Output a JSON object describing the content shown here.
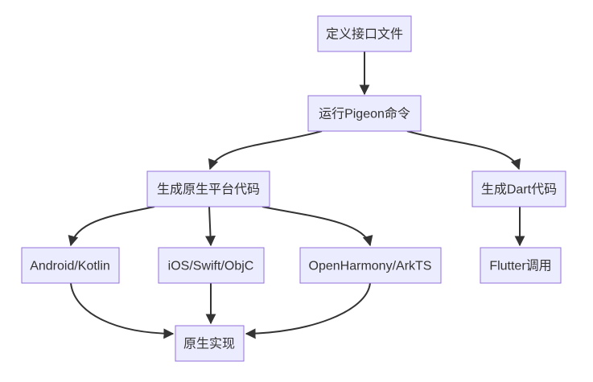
{
  "diagram": {
    "type": "flowchart",
    "direction": "top-down",
    "colors": {
      "background": "#ffffff",
      "node_fill": "#ECECFF",
      "node_border": "#9370DB",
      "edge": "#333333",
      "text": "#333333"
    },
    "nodes": {
      "define": {
        "label": "定义接口文件"
      },
      "run": {
        "label": "运行Pigeon命令"
      },
      "gen_native": {
        "label": "生成原生平台代码"
      },
      "gen_dart": {
        "label": "生成Dart代码"
      },
      "android": {
        "label": "Android/Kotlin"
      },
      "ios": {
        "label": "iOS/Swift/ObjC"
      },
      "harmony": {
        "label": "OpenHarmony/ArkTS"
      },
      "flutter": {
        "label": "Flutter调用"
      },
      "impl": {
        "label": "原生实现"
      }
    },
    "edges": [
      {
        "from": "define",
        "to": "run"
      },
      {
        "from": "run",
        "to": "gen_native"
      },
      {
        "from": "run",
        "to": "gen_dart"
      },
      {
        "from": "gen_native",
        "to": "android"
      },
      {
        "from": "gen_native",
        "to": "ios"
      },
      {
        "from": "gen_native",
        "to": "harmony"
      },
      {
        "from": "gen_dart",
        "to": "flutter"
      },
      {
        "from": "android",
        "to": "impl"
      },
      {
        "from": "ios",
        "to": "impl"
      },
      {
        "from": "harmony",
        "to": "impl"
      }
    ]
  }
}
